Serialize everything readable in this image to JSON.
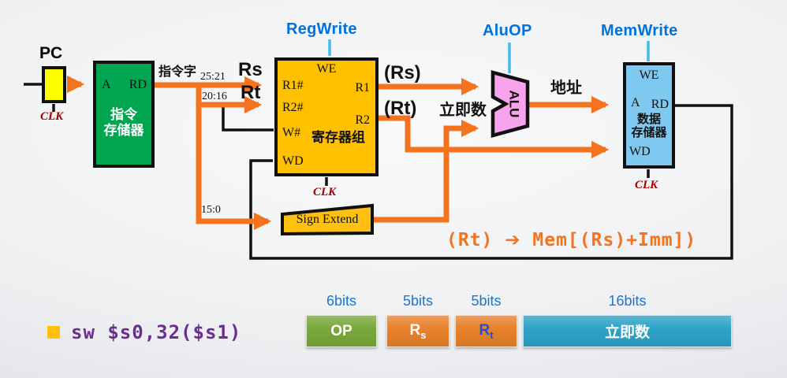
{
  "pc": {
    "label": "PC",
    "clk": "CLK"
  },
  "instruction_memory": {
    "port_a": "A",
    "port_rd": "RD",
    "title_line1": "指令",
    "title_line2": "存储器"
  },
  "register_file": {
    "control": "RegWrite",
    "port_we": "WE",
    "port_r1n": "R1#",
    "port_r2n": "R2#",
    "port_wn": "W#",
    "port_wd": "WD",
    "port_r1": "R1",
    "port_r2": "R2",
    "title": "寄存器组",
    "clk": "CLK"
  },
  "alu": {
    "control": "AluOP",
    "label": "ALU"
  },
  "data_memory": {
    "control": "MemWrite",
    "port_we": "WE",
    "port_a": "A",
    "port_rd": "RD",
    "port_wd": "WD",
    "title_line1": "数据",
    "title_line2": "存储器",
    "clk": "CLK"
  },
  "sign_extend": {
    "label": "Sign Extend"
  },
  "wire_labels": {
    "instruction_word": "指令字",
    "bits_rs": "25:21",
    "bits_rt": "20:16",
    "bits_imm": "15:0",
    "rs": "Rs",
    "rt": "Rt",
    "rs_value": "(Rs)",
    "rt_value": "(Rt)",
    "immediate": "立即数",
    "address": "地址"
  },
  "annotation": {
    "lhs": "(Rt)",
    "arrow": "➔",
    "rhs": "Mem[(Rs)+Imm])"
  },
  "instruction_example": {
    "text": "sw $s0,32($s1)"
  },
  "instruction_format": {
    "fields": [
      {
        "bits": "6bits",
        "name": "OP",
        "sub": "",
        "color": "#7aa83c",
        "label_color": "#ffffff"
      },
      {
        "bits": "5bits",
        "name": "R",
        "sub": "s",
        "color": "#e8822c",
        "label_color": "#ffffff"
      },
      {
        "bits": "5bits",
        "name": "R",
        "sub": "t",
        "color": "#e8822c",
        "label_color": "#1f4fd8"
      },
      {
        "bits": "16bits",
        "name": "立即数",
        "sub": "",
        "color": "#2ea3c6",
        "label_color": "#ffffff"
      }
    ]
  },
  "colors": {
    "wire_orange": "#f5731e",
    "control_cyan": "#3fbce8",
    "clk_red": "#a40000",
    "control_label_blue": "#0072e0",
    "bits_label_blue": "#1b75d1",
    "pc_yellow": "#ffff00",
    "instruction_memory_green": "#00a550",
    "register_file_gold": "#ffc000",
    "alu_pink": "#f7a3ed",
    "data_memory_blue": "#7fc9f1",
    "sign_extend_gold": "#ffc010",
    "annotation_orange": "#f5731e",
    "instruction_purple": "#6b2d90"
  }
}
